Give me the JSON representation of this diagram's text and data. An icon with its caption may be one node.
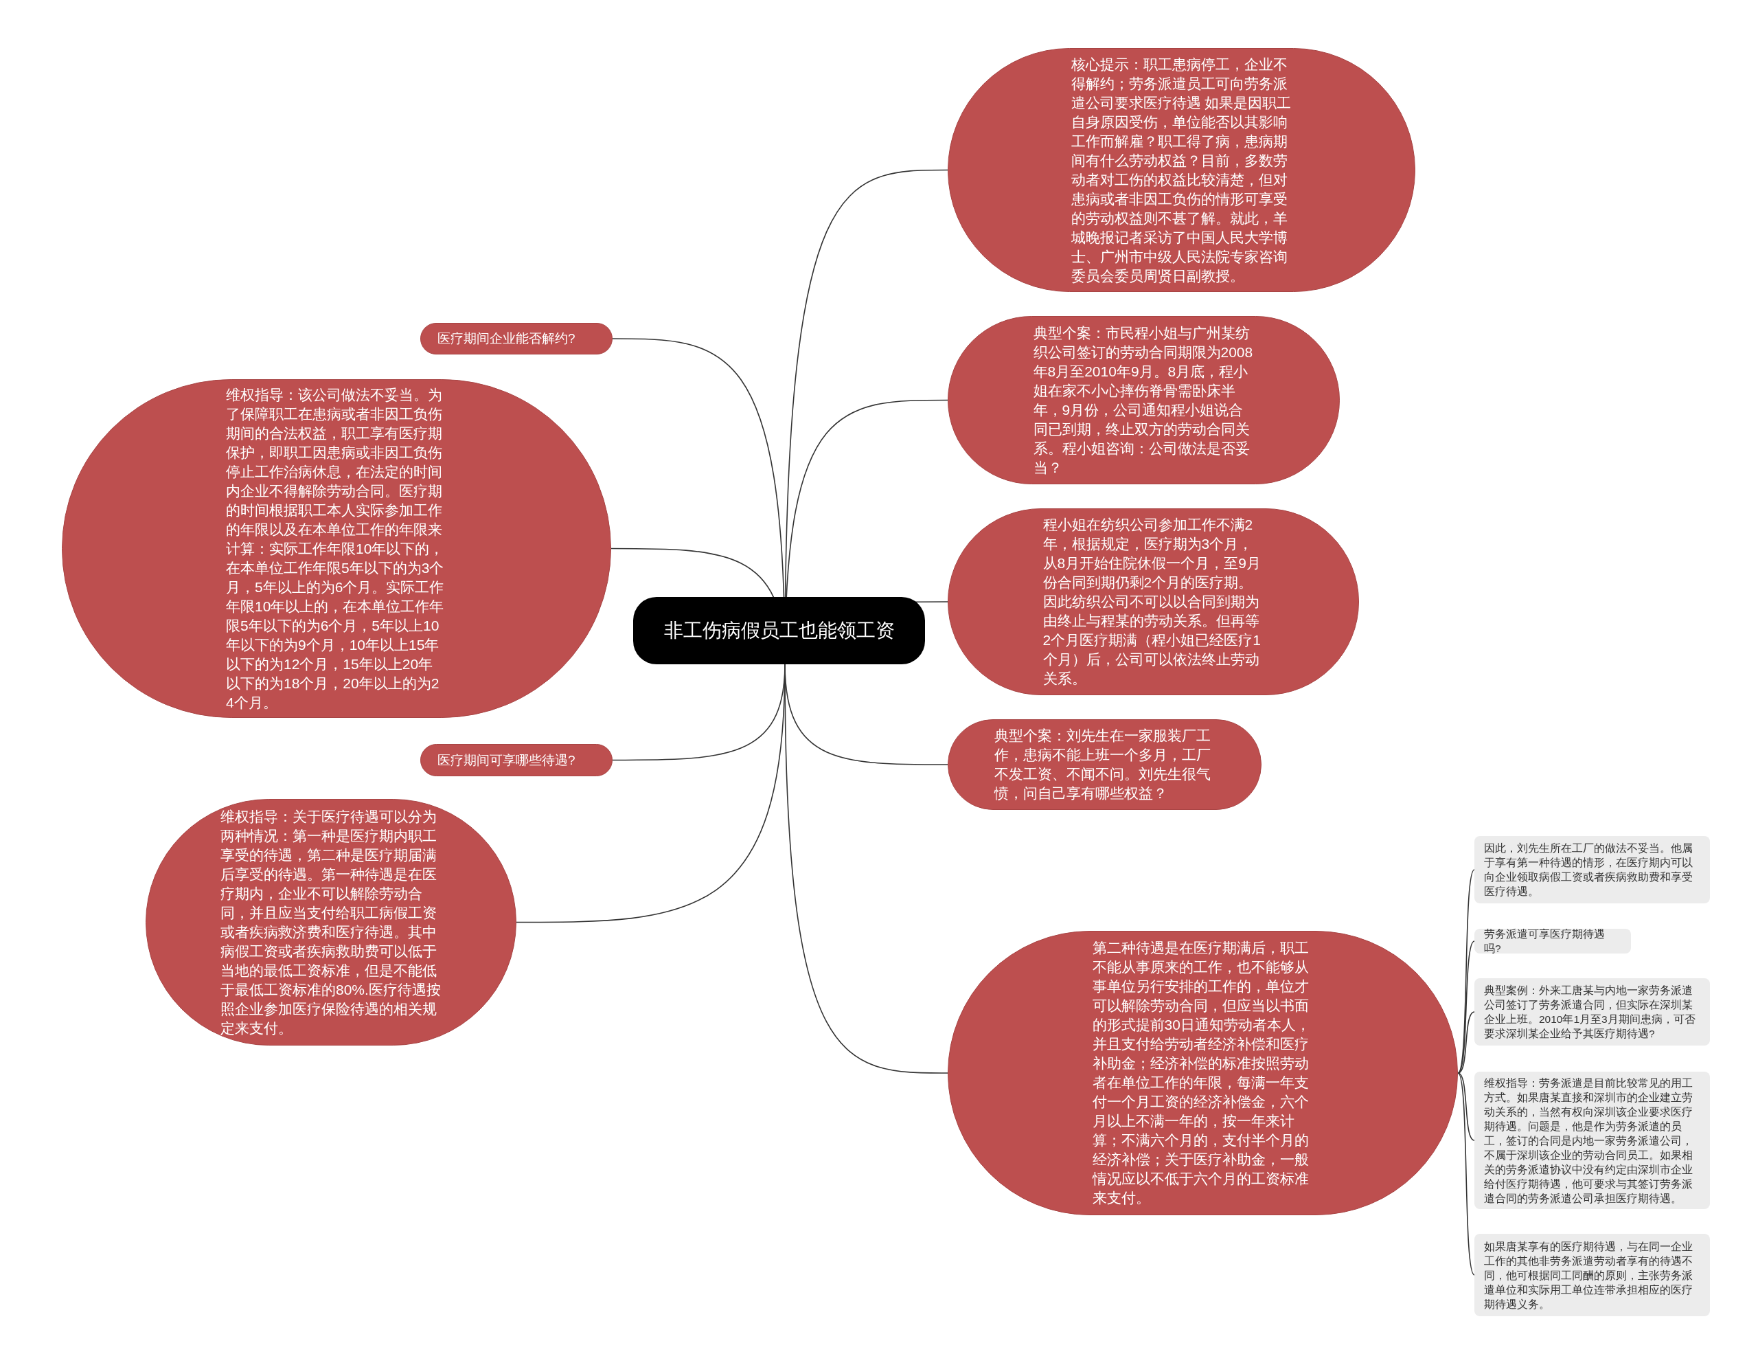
{
  "diagram": {
    "nodes": [
      {
        "text": [
          "非工伤病假员工也能领工资"
        ]
      },
      {
        "text": [
          "核心提示：职工患病停工，企业不得解约；劳务派遣员工可向劳务派遣公司要求医疗待遇 如果是因职工自身原因受伤，单位能否以其影响工作而解雇？职工得了病，患病期间有什么劳动权益？目前，多数劳动者对工伤的权益比较清楚，但对患病或者非因工负伤的情形可享受的劳动权益则不甚了解。就此，羊城晚报记者采访了中国人民大学博士、广州市中级人民法院专家咨询委员会委员周贤日副教授。"
        ]
      },
      {
        "text": [
          "典型个案：市民程小姐与广州某纺织公司签订的劳动合同期限为2008年8月至2010年9月。8月底，程小姐在家不小心摔伤脊骨需卧床半年，9月份，公司通知程小姐说合同已到期，终止双方的劳动合同关系。程小姐咨询：公司做法是否妥当？"
        ]
      },
      {
        "text": [
          "程小姐在纺织公司参加工作不满2年，根据规定，医疗期为3个月，从8月开始住院休假一个月，至9月份合同到期仍剩2个月的医疗期。因此纺织公司不可以以合同到期为由终止与程某的劳动关系。但再等2个月医疗期满（程小姐已经医疗1个月）后，公司可以依法终止劳动关系。"
        ]
      },
      {
        "text": [
          "典型个案：刘先生在一家服装厂工作，患病不能上班一个多月，工厂不发工资、不闻不问。刘先生很气愤，问自己享有哪些权益？"
        ]
      },
      {
        "text": [
          "第二种待遇是在医疗期满后，职工不能从事原来的工作，也不能够从事单位另行安排的工作的，单位才可以解除劳动合同，但应当以书面的形式提前30日通知劳动者本人，并且支付给劳动者经济补偿和医疗补助金；经济补偿的标准按照劳动者在单位工作的年限，每满一年支付一个月工资的经济补偿金，六个月以上不满一年的，按一年来计算；不满六个月的，支付半个月的经济补偿；关于医疗补助金，一般情况应以不低于六个月的工资标准来支付。"
        ]
      },
      {
        "text": [
          "医疗期间企业能否解约?"
        ]
      },
      {
        "text": [
          "维权指导：该公司做法不妥当。为了保障职工在患病或者非因工负伤期间的合法权益，职工享有医疗期保护，即职工因患病或非因工负伤停止工作治病休息，在法定的时间内企业不得解除劳动合同。医疗期的时间根据职工本人实际参加工作的年限以及在本单位工作的年限来计算：实际工作年限10年以下的，在本单位工作年限5年以下的为3个月，5年以上的为6个月。实际工作年限10年以上的，在本单位工作年限5年以下的为6个月，5年以上10年以下的为9个月，10年以上15年以下的为12个月，15年以上20年以下的为18个月，20年以上的为24个月。"
        ]
      },
      {
        "text": [
          "医疗期间可享哪些待遇?"
        ]
      },
      {
        "text": [
          "维权指导：关于医疗待遇可以分为两种情况：第一种是医疗期内职工享受的待遇，第二种是医疗期届满后享受的待遇。第一种待遇是在医疗期内，企业不可以解除劳动合同，并且应当支付给职工病假工资或者疾病救济费和医疗待遇。其中病假工资或者疾病救助费可以低于当地的最低工资标准，但是不能低于最低工资标准的80%.医疗待遇按照企业参加医疗保险待遇的相关规定来支付。"
        ]
      },
      {
        "text": [
          "因此，刘先生所在工厂的做法不妥当。他属于享有第一种待遇的情形，在医疗期内可以向企业领取病假工资或者疾病救助费和享受医疗待遇。"
        ]
      },
      {
        "text": [
          "劳务派遣可享医疗期待遇吗?"
        ]
      },
      {
        "text": [
          "典型案例：外来工唐某与内地一家劳务派遣公司签订了劳务派遣合同，但实际在深圳某企业上班。2010年1月至3月期间患病，可否要求深圳某企业给予其医疗期待遇?"
        ]
      },
      {
        "text": [
          "维权指导：劳务派遣是目前比较常见的用工方式。如果唐某直接和深圳市的企业建立劳动关系的，当然有权向深圳该企业要求医疗期待遇。问题是，他是作为劳务派遣的员工，签订的合同是内地一家劳务派遣公司，不属于深圳该企业的劳动合同员工。如果相关的劳务派遣协议中没有约定由深圳市企业给付医疗期待遇，他可要求与其签订劳务派遣合同的劳务派遣公司承担医疗期待遇。"
        ]
      },
      {
        "text": [
          "如果唐某享有的医疗期待遇，与在同一企业工作的其他非劳务派遣劳动者享有的待遇不同，他可根据同工同酬的原则，主张劳务派遣单位和实际用工单位连带承担相应的医疗期待遇义务。"
        ]
      }
    ],
    "edges": [
      {
        "from": 0,
        "to": 1,
        "arrow": "none"
      },
      {
        "from": 0,
        "to": 2,
        "arrow": "none"
      },
      {
        "from": 0,
        "to": 3,
        "arrow": "none"
      },
      {
        "from": 0,
        "to": 4,
        "arrow": "none"
      },
      {
        "from": 0,
        "to": 5,
        "arrow": "none"
      },
      {
        "from": 0,
        "to": 6,
        "arrow": "none"
      },
      {
        "from": 0,
        "to": 7,
        "arrow": "none"
      },
      {
        "from": 0,
        "to": 8,
        "arrow": "none"
      },
      {
        "from": 0,
        "to": 9,
        "arrow": "none"
      },
      {
        "from": 5,
        "to": 10,
        "arrow": "none"
      },
      {
        "from": 5,
        "to": 11,
        "arrow": "none"
      },
      {
        "from": 5,
        "to": 12,
        "arrow": "none"
      },
      {
        "from": 5,
        "to": 13,
        "arrow": "none"
      },
      {
        "from": 5,
        "to": 14,
        "arrow": "none"
      }
    ]
  }
}
